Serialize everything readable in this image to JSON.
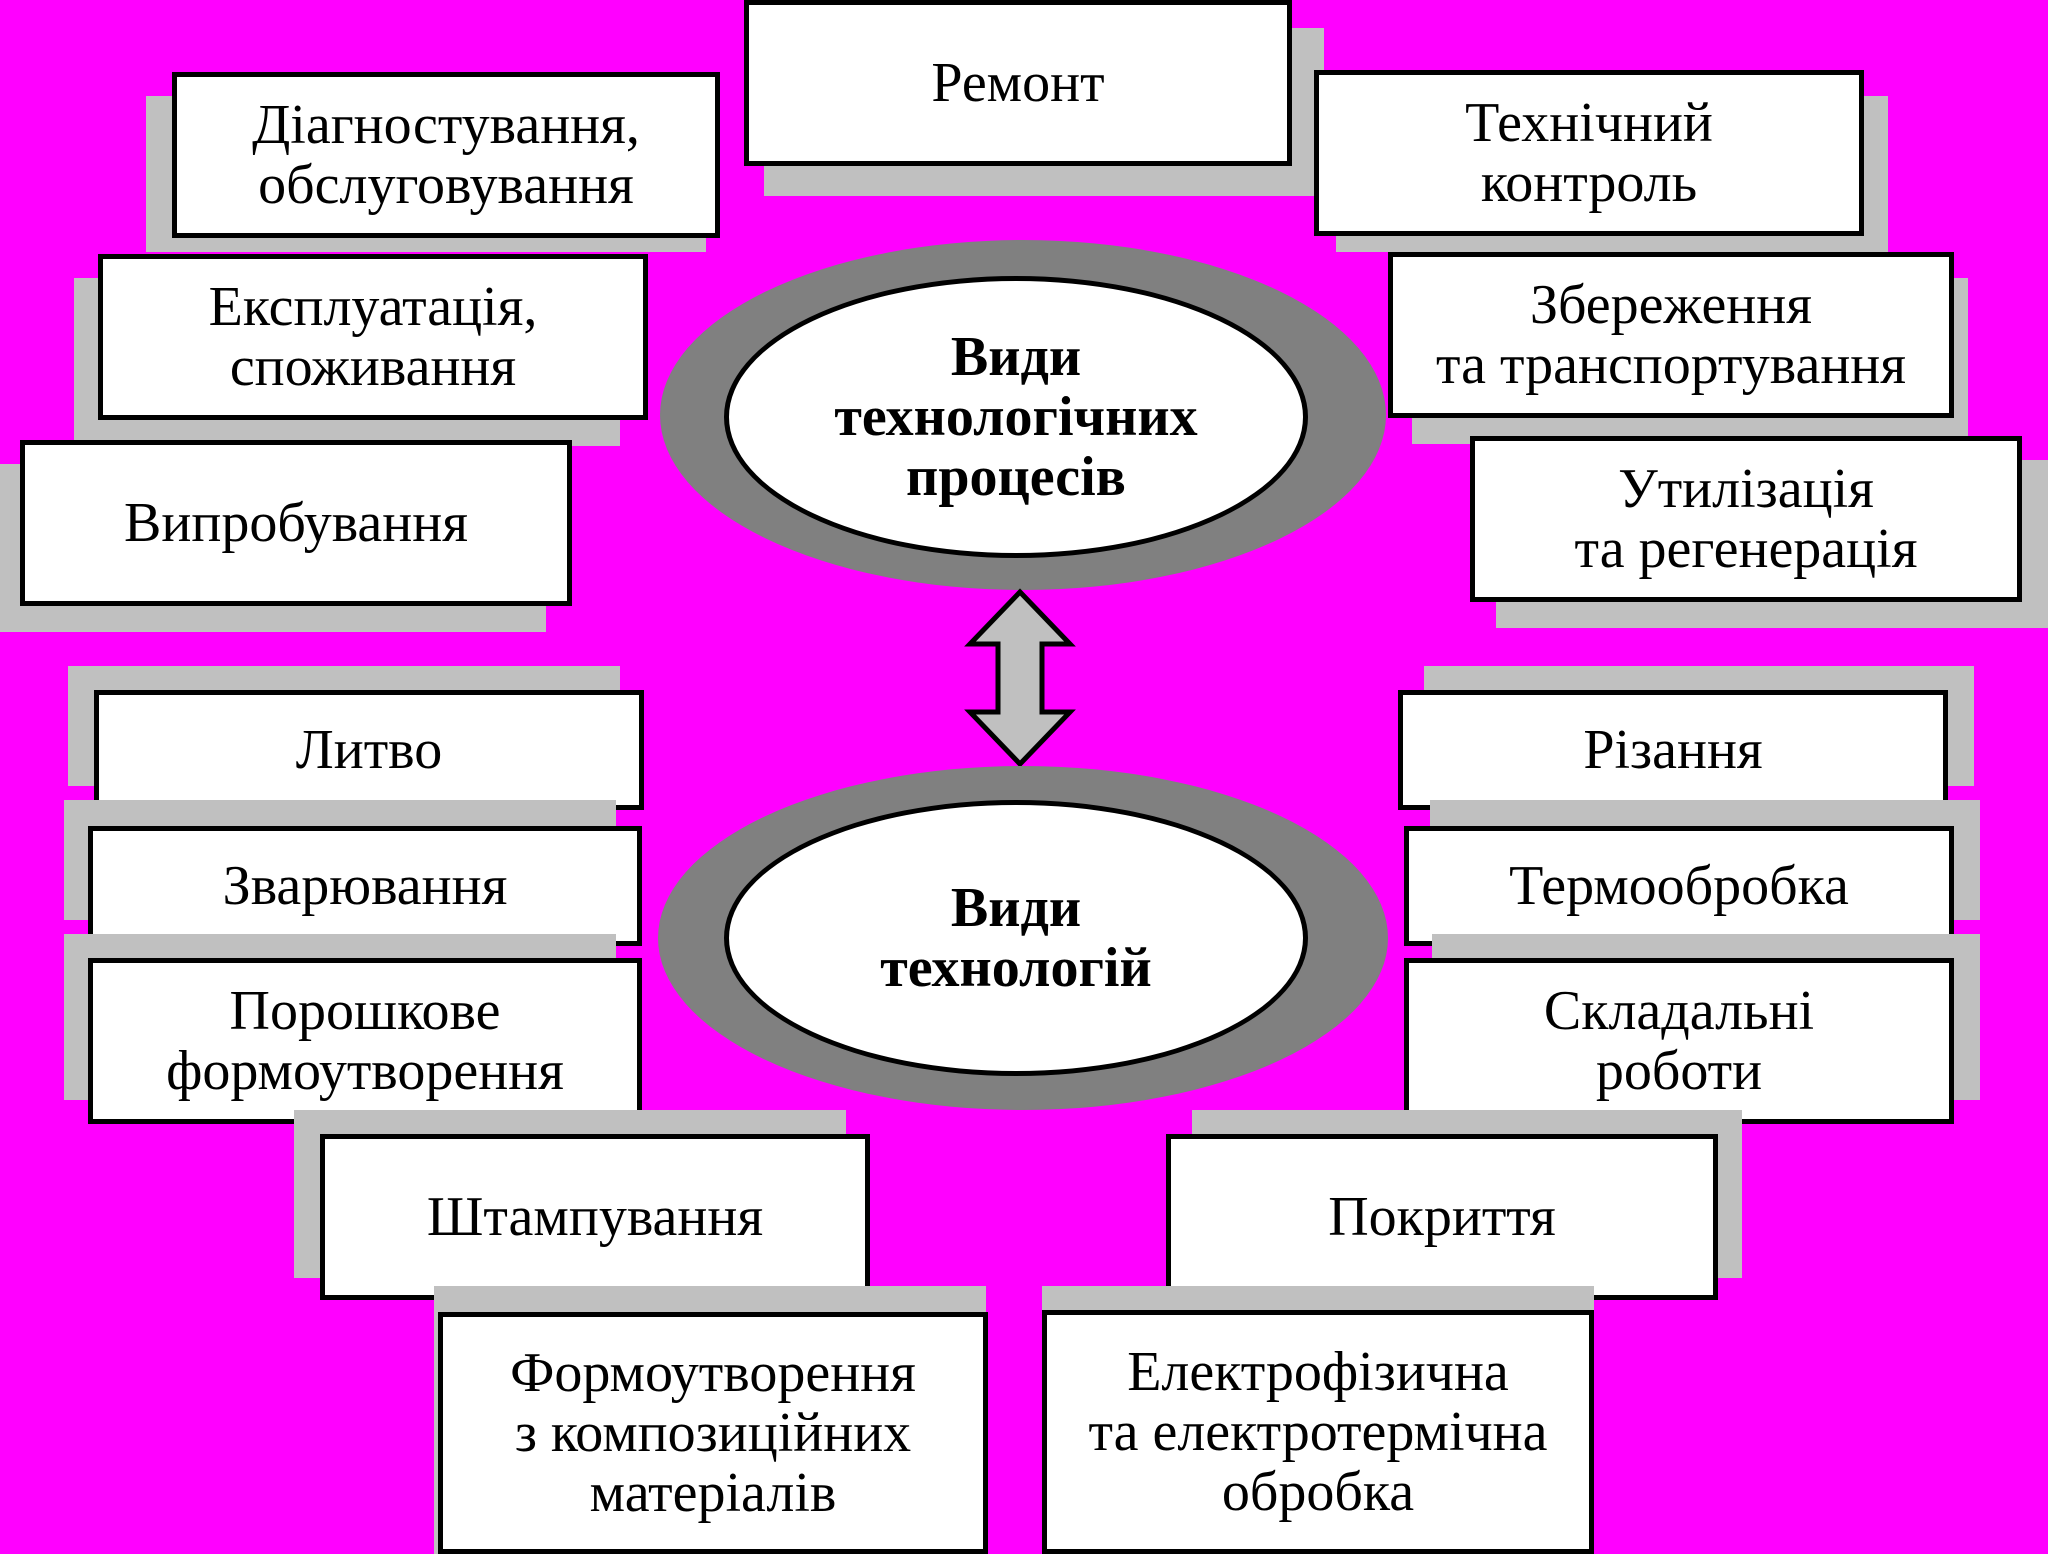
{
  "colors": {
    "background": "#FF00FF",
    "box_fill": "#FFFFFF",
    "shadow": "#C0C0C0",
    "ring": "#808080",
    "border": "#000000",
    "arrow_fill": "#C0C0C0"
  },
  "center_top": {
    "label": "Види\nтехнологічних\nпроцесів"
  },
  "center_bottom": {
    "label": "Види\nтехнологій"
  },
  "arrow": {
    "icon": "double-arrow-vertical-icon"
  },
  "process_types": [
    "Ремонт",
    "Діагностування,\nобслуговування",
    "Технічний\nконтроль",
    "Експлуатація,\nспоживання",
    "Збереження\nта транспортування",
    "Випробування",
    "Утилізація\nта регенерація"
  ],
  "technology_types": [
    "Литво",
    "Різання",
    "Зварювання",
    "Термообробка",
    "Порошкове\nформоутворення",
    "Складальні\nроботи",
    "Штампування",
    "Покриття",
    "Формоутворення\nз композиційних\nматеріалів",
    "Електрофізична\nта електротермічна\nобробка"
  ]
}
